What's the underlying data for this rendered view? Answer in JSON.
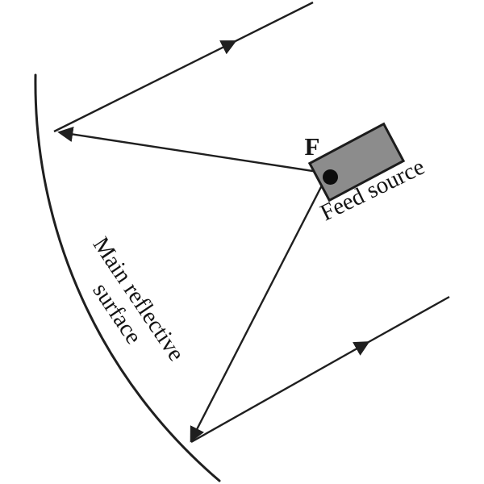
{
  "title": "Parabolic antenna feed diagram",
  "labels": {
    "focal_point": "F",
    "feed_source": "Feed source",
    "main_surface_line1": "Main reflective",
    "main_surface_line2": "surface"
  },
  "diagram": {
    "elements": [
      "main-reflective-surface-arc",
      "feed-source-box",
      "focal-point-dot",
      "ray-feed-to-upper-reflector",
      "ray-upper-reflected-outgoing",
      "ray-feed-to-lower-reflector",
      "ray-lower-reflected-outgoing"
    ]
  },
  "colors": {
    "line": "#1f1f1f",
    "text": "#141414",
    "feed-fill": "#8c8c8c",
    "feed-border": "#1c1c1c",
    "dot": "#0d0d0d",
    "background": "#ffffff"
  }
}
